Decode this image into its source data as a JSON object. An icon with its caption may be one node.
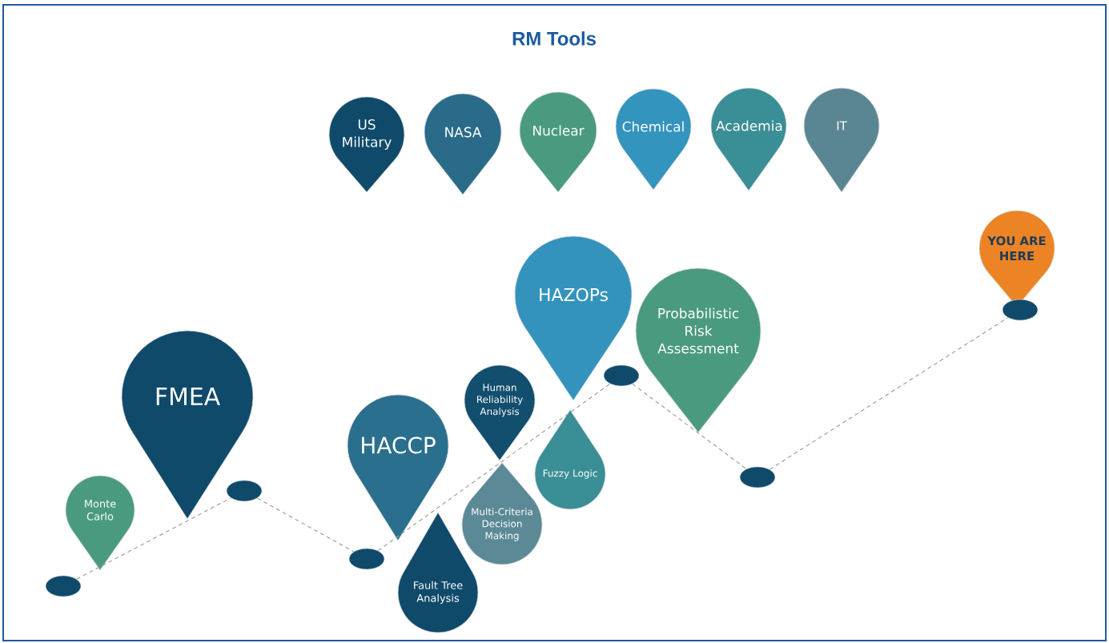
{
  "diagram": {
    "title": "RM Tools",
    "nodes": [
      {
        "text": [
          "US Military"
        ]
      },
      {
        "text": [
          "NASA"
        ]
      },
      {
        "text": [
          "Nuclear"
        ]
      },
      {
        "text": [
          "Chemical"
        ]
      },
      {
        "text": [
          "Academia"
        ]
      },
      {
        "text": [
          "IT"
        ]
      },
      {
        "text": [
          "YOU ARE HERE"
        ]
      },
      {
        "text": [
          "HAZOPs"
        ]
      },
      {
        "text": [
          "Probabilistic Risk Assessment"
        ]
      },
      {
        "text": [
          "FMEA"
        ]
      },
      {
        "text": [
          "Human Reliability Analysis"
        ]
      },
      {
        "text": [
          "HACCP"
        ]
      },
      {
        "text": [
          "Fuzzy Logic"
        ]
      },
      {
        "text": [
          "Multi-Criteria Decision Making"
        ]
      },
      {
        "text": [
          "Monte Carlo"
        ]
      },
      {
        "text": [
          "Fault Tree Analysis"
        ]
      },
      {
        "text": [],
        "shape": "ellipse"
      },
      {
        "text": [],
        "shape": "ellipse"
      },
      {
        "text": [],
        "shape": "ellipse"
      },
      {
        "text": [],
        "shape": "ellipse"
      },
      {
        "text": [],
        "shape": "ellipse"
      },
      {
        "text": [],
        "shape": "ellipse"
      }
    ],
    "edges": [
      {
        "from": 16,
        "to": 17,
        "arrow": "none",
        "style": "dashed"
      },
      {
        "from": 17,
        "to": 18,
        "arrow": "none",
        "style": "dashed"
      },
      {
        "from": 18,
        "to": 19,
        "arrow": "none",
        "style": "dashed"
      },
      {
        "from": 19,
        "to": 20,
        "arrow": "none",
        "style": "dashed"
      },
      {
        "from": 20,
        "to": 21,
        "arrow": "none",
        "style": "dashed"
      }
    ]
  }
}
